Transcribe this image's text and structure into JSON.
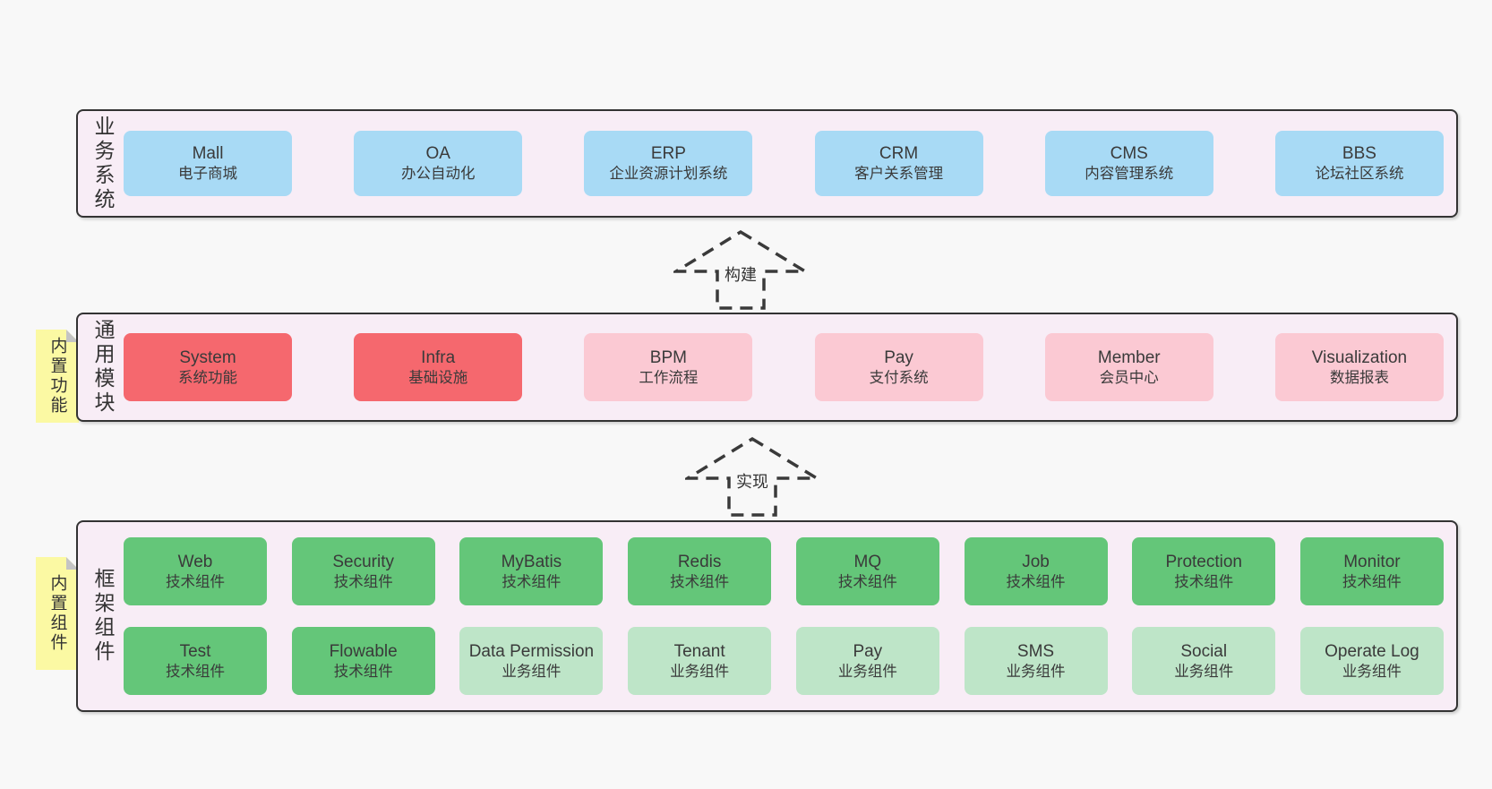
{
  "colors": {
    "page_bg": "#f8f8f8",
    "section_bg": "#f8edf6",
    "section_border": "#333333",
    "note_bg": "#fbf9a3",
    "note_fold": "#c4c4c4",
    "text": "#3a3a3a",
    "blue": "#a8daf5",
    "red": "#f5686e",
    "pink": "#fbc9d3",
    "green": "#64c679",
    "lightgreen": "#bee5c8"
  },
  "sections": [
    {
      "id": "business-systems",
      "label": "业务系统",
      "note": null,
      "rows": [
        [
          {
            "title": "Mall",
            "subtitle": "电子商城",
            "color": "blue"
          },
          {
            "title": "OA",
            "subtitle": "办公自动化",
            "color": "blue"
          },
          {
            "title": "ERP",
            "subtitle": "企业资源计划系统",
            "color": "blue"
          },
          {
            "title": "CRM",
            "subtitle": "客户关系管理",
            "color": "blue"
          },
          {
            "title": "CMS",
            "subtitle": "内容管理系统",
            "color": "blue"
          },
          {
            "title": "BBS",
            "subtitle": "论坛社区系统",
            "color": "blue"
          }
        ]
      ]
    },
    {
      "id": "common-modules",
      "label": "通用模块",
      "note": "内置功能",
      "rows": [
        [
          {
            "title": "System",
            "subtitle": "系统功能",
            "color": "red"
          },
          {
            "title": "Infra",
            "subtitle": "基础设施",
            "color": "red"
          },
          {
            "title": "BPM",
            "subtitle": "工作流程",
            "color": "pink"
          },
          {
            "title": "Pay",
            "subtitle": "支付系统",
            "color": "pink"
          },
          {
            "title": "Member",
            "subtitle": "会员中心",
            "color": "pink"
          },
          {
            "title": "Visualization",
            "subtitle": "数据报表",
            "color": "pink"
          }
        ]
      ]
    },
    {
      "id": "framework-components",
      "label": "框架组件",
      "note": "内置组件",
      "rows": [
        [
          {
            "title": "Web",
            "subtitle": "技术组件",
            "color": "green"
          },
          {
            "title": "Security",
            "subtitle": "技术组件",
            "color": "green"
          },
          {
            "title": "MyBatis",
            "subtitle": "技术组件",
            "color": "green"
          },
          {
            "title": "Redis",
            "subtitle": "技术组件",
            "color": "green"
          },
          {
            "title": "MQ",
            "subtitle": "技术组件",
            "color": "green"
          },
          {
            "title": "Job",
            "subtitle": "技术组件",
            "color": "green"
          },
          {
            "title": "Protection",
            "subtitle": "技术组件",
            "color": "green"
          },
          {
            "title": "Monitor",
            "subtitle": "技术组件",
            "color": "green"
          }
        ],
        [
          {
            "title": "Test",
            "subtitle": "技术组件",
            "color": "green"
          },
          {
            "title": "Flowable",
            "subtitle": "技术组件",
            "color": "green"
          },
          {
            "title": "Data Permission",
            "subtitle": "业务组件",
            "color": "lightgreen"
          },
          {
            "title": "Tenant",
            "subtitle": "业务组件",
            "color": "lightgreen"
          },
          {
            "title": "Pay",
            "subtitle": "业务组件",
            "color": "lightgreen"
          },
          {
            "title": "SMS",
            "subtitle": "业务组件",
            "color": "lightgreen"
          },
          {
            "title": "Social",
            "subtitle": "业务组件",
            "color": "lightgreen"
          },
          {
            "title": "Operate Log",
            "subtitle": "业务组件",
            "color": "lightgreen"
          }
        ]
      ]
    }
  ],
  "arrows": [
    {
      "label": "构建"
    },
    {
      "label": "实现"
    }
  ]
}
